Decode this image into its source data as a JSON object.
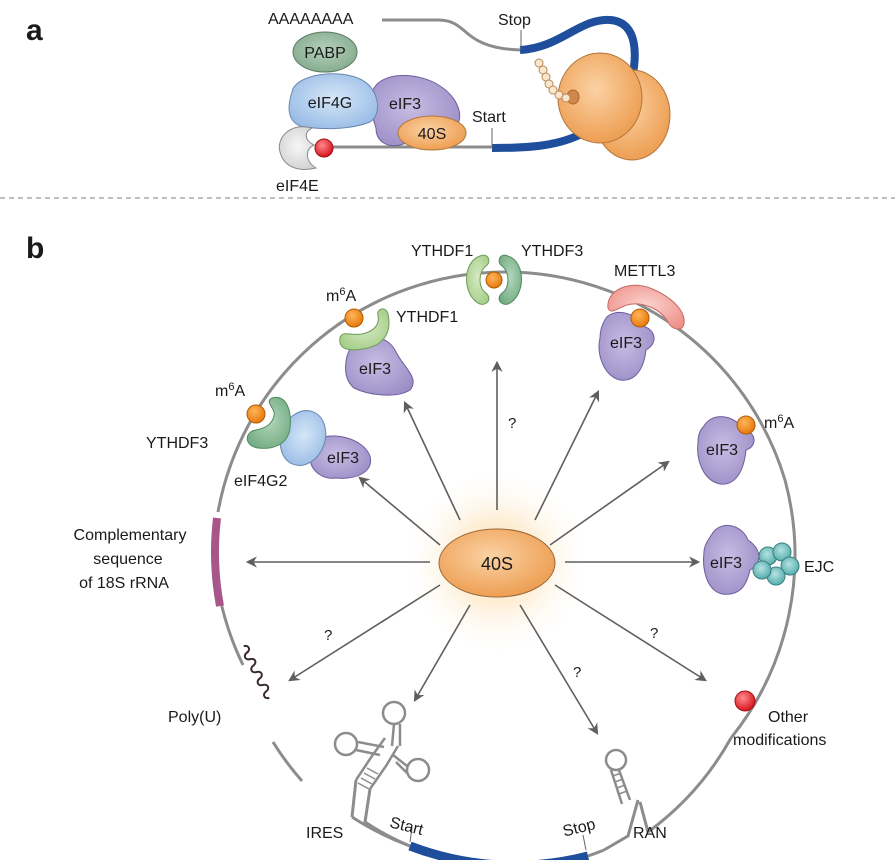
{
  "colors": {
    "mrna_line": "#8c8c8c",
    "cds": "#1f4e9c",
    "ribosome_40s": "#f0a55c",
    "eif3": "#a99bcf",
    "eif4g": "#a9c8ec",
    "pabp": "#8fb59a",
    "eif4e": "#e4e4e4",
    "cap": "#e0262e",
    "m6a": "#f08a1a",
    "ythdf1": "#b5d79b",
    "ythdf3": "#7fb98d",
    "mettl3": "#f2a09a",
    "ejc": "#6bbdbd",
    "complementary_seq": "#a8568a",
    "other_mod": "#e0262e",
    "arrow": "#5f5f5f"
  },
  "panel_a": {
    "letter": "a",
    "poly_a": "AAAAAAAA",
    "pabp": "PABP",
    "eif4g": "eIF4G",
    "eif3": "eIF3",
    "ribosome": "40S",
    "start": "Start",
    "stop": "Stop",
    "eif4e": "eIF4E"
  },
  "panel_b": {
    "letter": "b",
    "center": "40S",
    "question_mark": "?",
    "m6a_label": "m",
    "m6a_sup": "6",
    "m6a_suffix": "A",
    "ythdf1_top": "YTHDF1",
    "ythdf3_top": "YTHDF3",
    "ythdf1_left": "YTHDF1",
    "eif3": "eIF3",
    "mettl3": "METTL3",
    "ythdf3_left": "YTHDF3",
    "eif4g2": "eIF4G2",
    "complementary_line1": "Complementary",
    "complementary_line2": "sequence",
    "complementary_line3": "of 18S rRNA",
    "ejc": "EJC",
    "poly_u": "Poly(U)",
    "ires": "IRES",
    "start": "Start",
    "stop": "Stop",
    "ran": "RAN",
    "other_line1": "Other",
    "other_line2": "modifications"
  }
}
